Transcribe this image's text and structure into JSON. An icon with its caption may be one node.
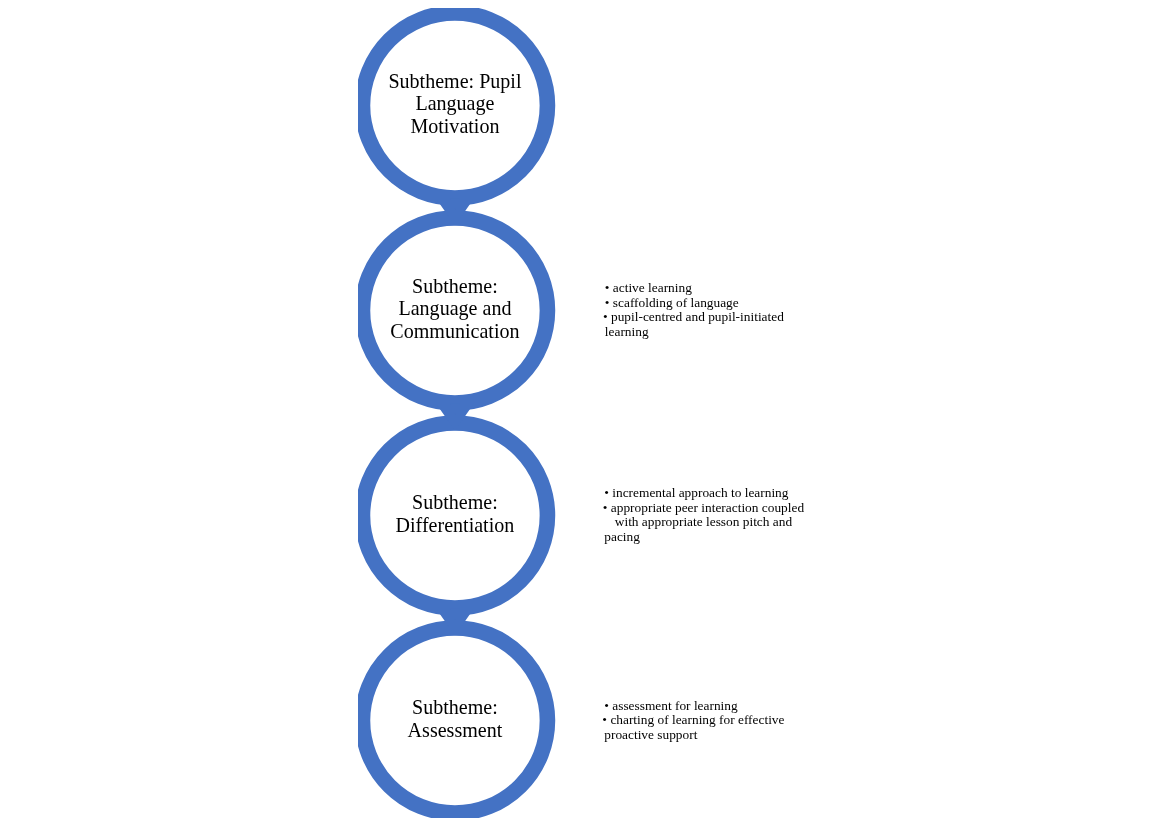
{
  "diagram": {
    "nodes": [
      {
        "text": [
          "Subtheme: Pupil Language Motivation"
        ]
      },
      {
        "text": [
          "Subtheme: Language and Communication"
        ],
        "beside": [
          "• active learning",
          "• scaffolding of language",
          "• pupil-centred and pupil-initiated learning"
        ]
      },
      {
        "text": [
          "Subtheme: Differentiation"
        ],
        "beside": [
          "• incremental approach to learning",
          "• appropriate peer interaction coupled with appropriate lesson pitch and pacing"
        ]
      },
      {
        "text": [
          "Subtheme: Assessment"
        ],
        "beside": [
          "• assessment for learning",
          "• charting of learning for effective proactive support"
        ]
      }
    ],
    "edges": [
      {
        "from": 0,
        "to": 1,
        "arrow": "to"
      },
      {
        "from": 1,
        "to": 2,
        "arrow": "to"
      },
      {
        "from": 2,
        "to": 3,
        "arrow": "to"
      }
    ]
  }
}
